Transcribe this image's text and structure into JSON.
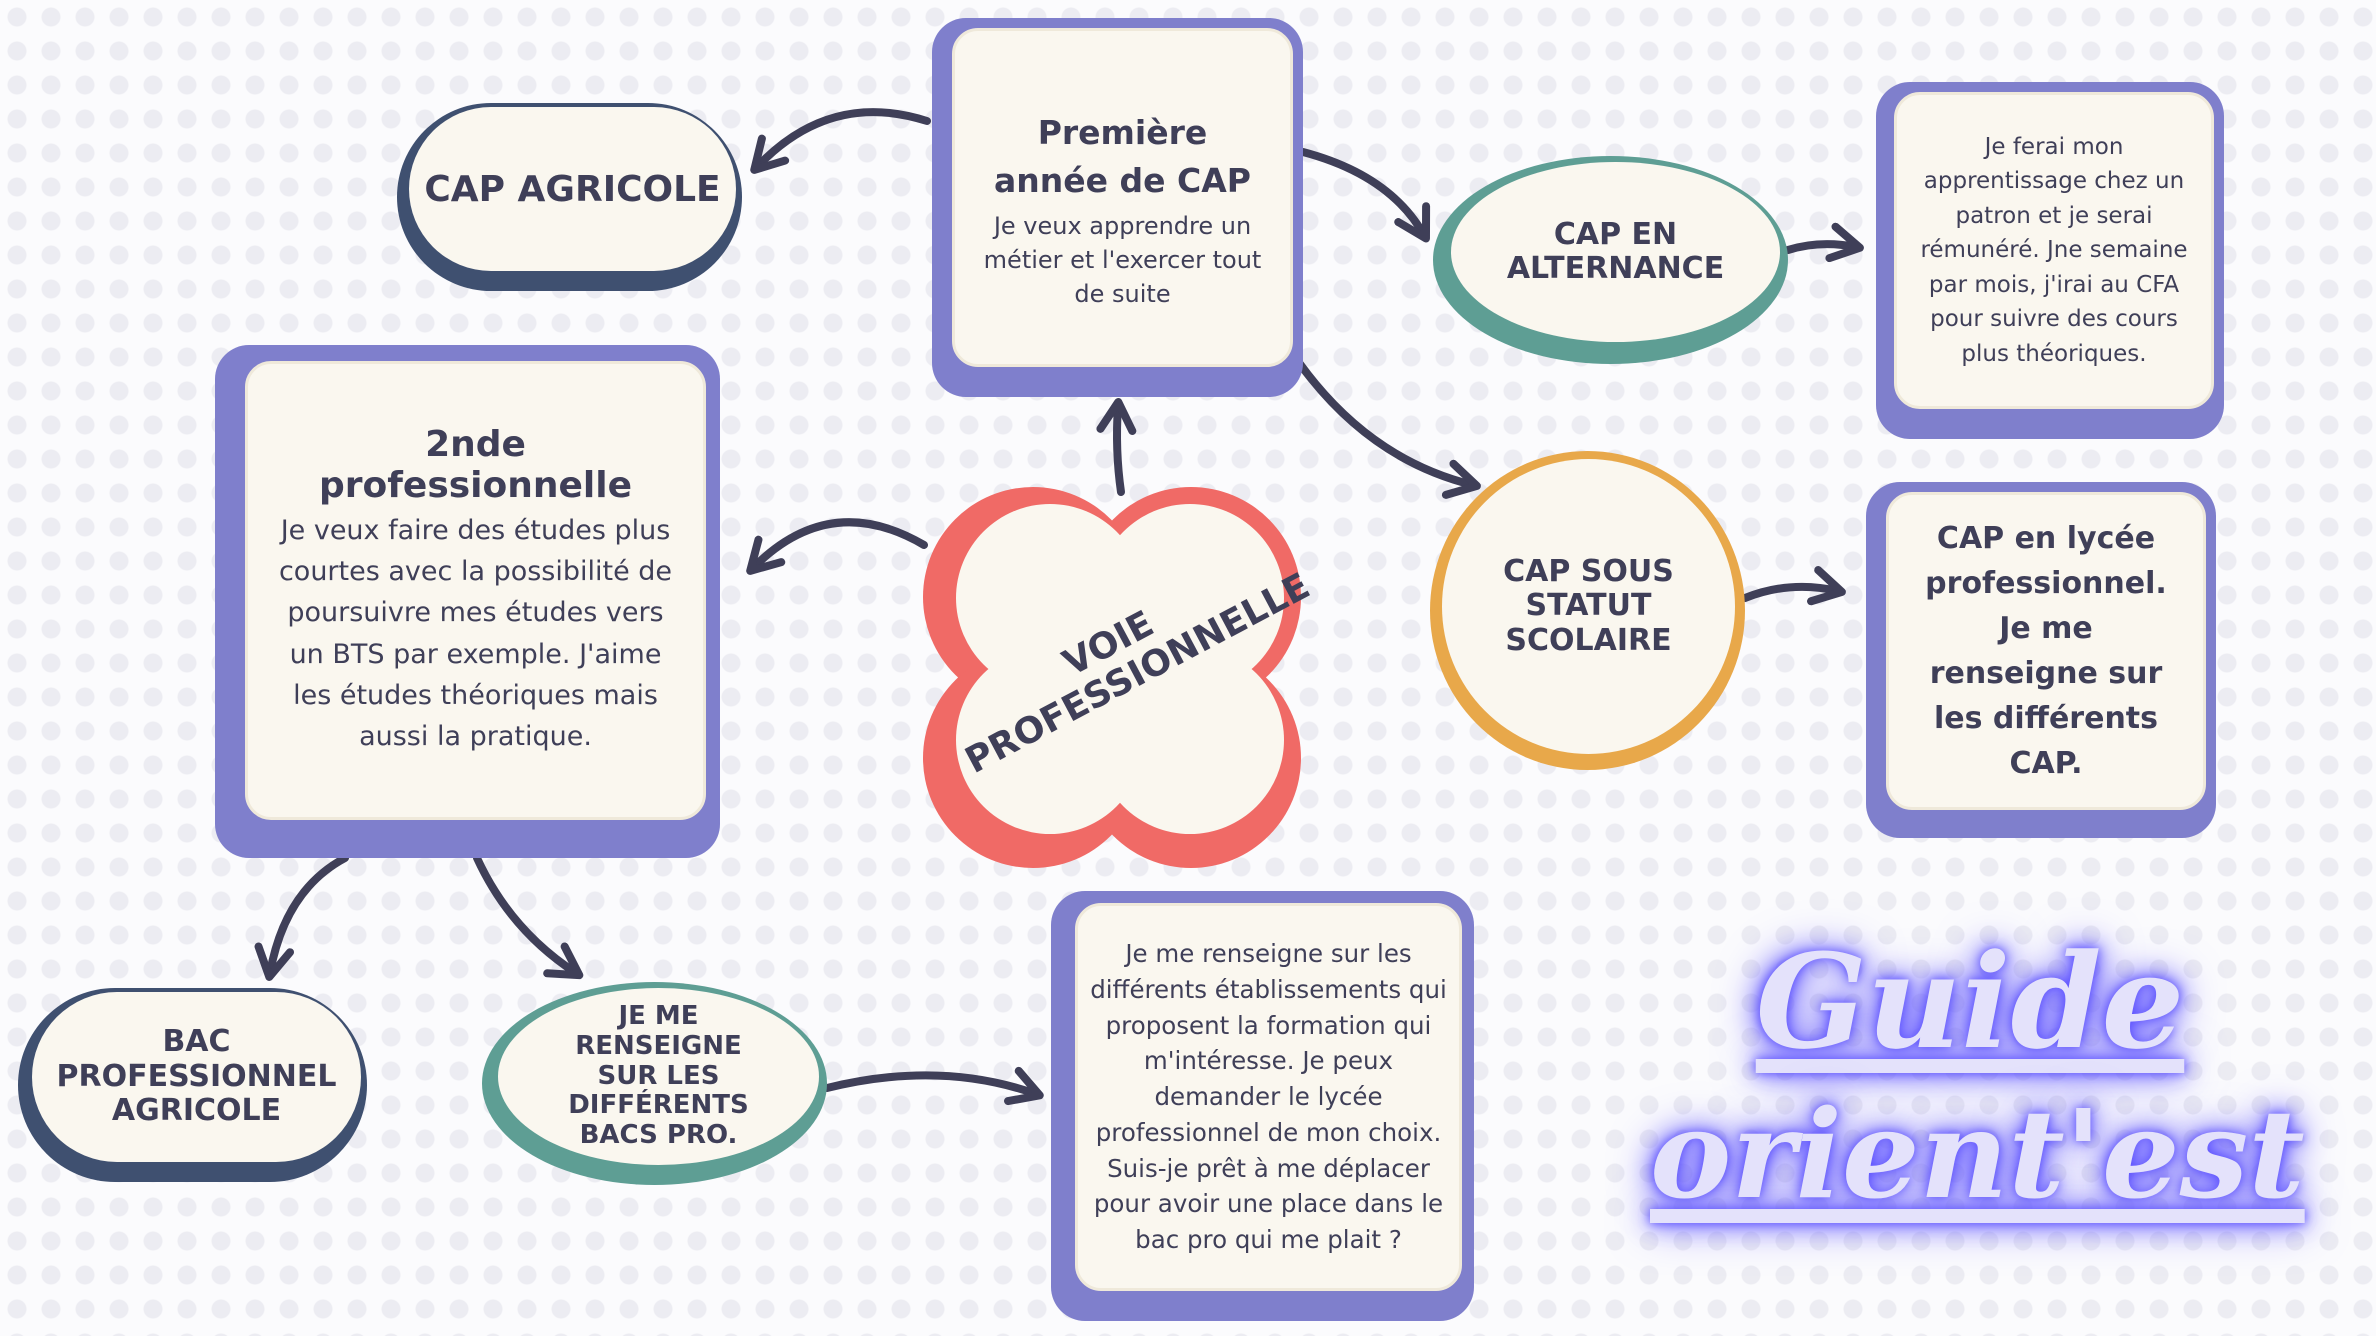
{
  "center": {
    "label": "VOIE PROFESSIONNELLE"
  },
  "first_year_cap": {
    "title": "Première année de CAP",
    "text": "Je veux apprendre un métier et l'exercer tout de suite"
  },
  "cap_agricole": {
    "label": "CAP AGRICOLE"
  },
  "cap_alternance": {
    "label": "CAP EN ALTERNANCE"
  },
  "alternance_info": {
    "text": "Je ferai mon apprentissage chez un patron et je serai rémunéré. Jne semaine par mois, j'irai au CFA pour suivre des cours plus théoriques."
  },
  "cap_scolaire": {
    "label": "CAP SOUS STATUT SCOLAIRE"
  },
  "lycee_info": {
    "text": "CAP en lycée professionnel. Je me renseigne sur les différents CAP."
  },
  "seconde_pro": {
    "title": "2nde professionnelle",
    "text": "Je veux faire des études plus courtes avec la possibilité de poursuivre mes études vers un BTS par exemple. J'aime les études théoriques mais aussi la pratique."
  },
  "bac_agricole": {
    "label": "BAC PROFESSIONNEL AGRICOLE"
  },
  "bacs_pro": {
    "label": "JE ME RENSEIGNE SUR LES DIFFÉRENTS BACS PRO."
  },
  "etablissements_info": {
    "text": "Je me renseigne sur les différents établissements qui proposent la formation qui m'intéresse. Je peux demander le lycée professionnel de mon choix. Suis-je prêt à me déplacer pour avoir une place dans le bac pro qui me plait ?"
  },
  "logo": {
    "line1": "Guide",
    "line2": "orient'est"
  },
  "colors": {
    "purple": "#7f7fcc",
    "navy": "#3f5070",
    "teal": "#5e9e94",
    "orange": "#e8a84a",
    "red": "#f06a66",
    "cream": "#faf7ef"
  }
}
